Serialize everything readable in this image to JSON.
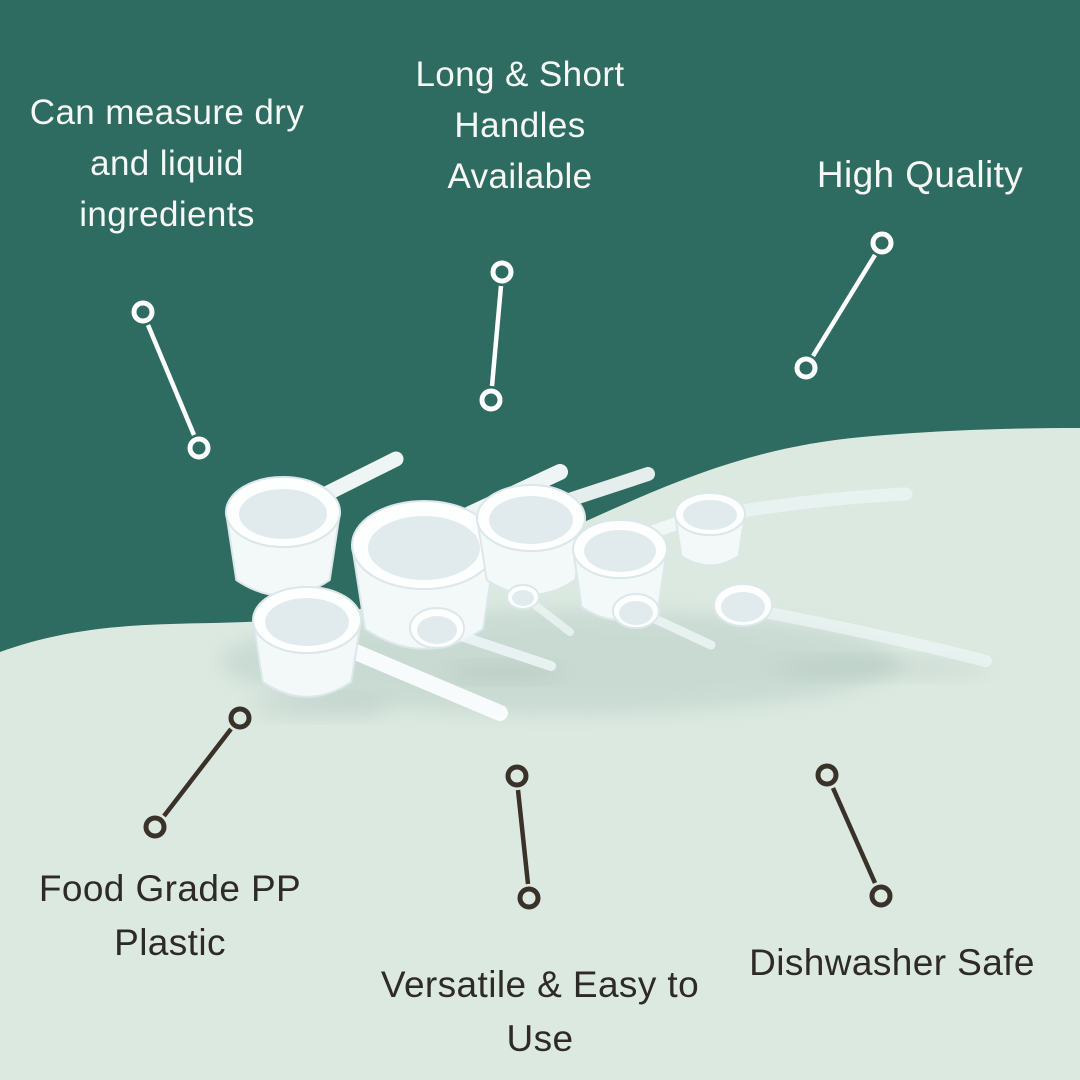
{
  "colors": {
    "background_top": "#2E6B61",
    "background_bottom": "#DCE9E1",
    "light_text": "#F5F8F5",
    "dark_text": "#2E2A25",
    "connector_light": "#FFFFFF",
    "connector_dark": "#3A3128",
    "product_plastic": "#F6FAFB"
  },
  "callouts": {
    "measure": {
      "label": "Can measure dry and liquid ingredients"
    },
    "handles": {
      "label": "Long & Short Handles Available"
    },
    "quality": {
      "label": "High Quality"
    },
    "material": {
      "label": "Food Grade PP Plastic"
    },
    "versatile": {
      "label": "Versatile & Easy to Use"
    },
    "dishwasher": {
      "label": "Dishwasher Safe"
    }
  },
  "product_image": "white-plastic-measuring-scoops-set"
}
